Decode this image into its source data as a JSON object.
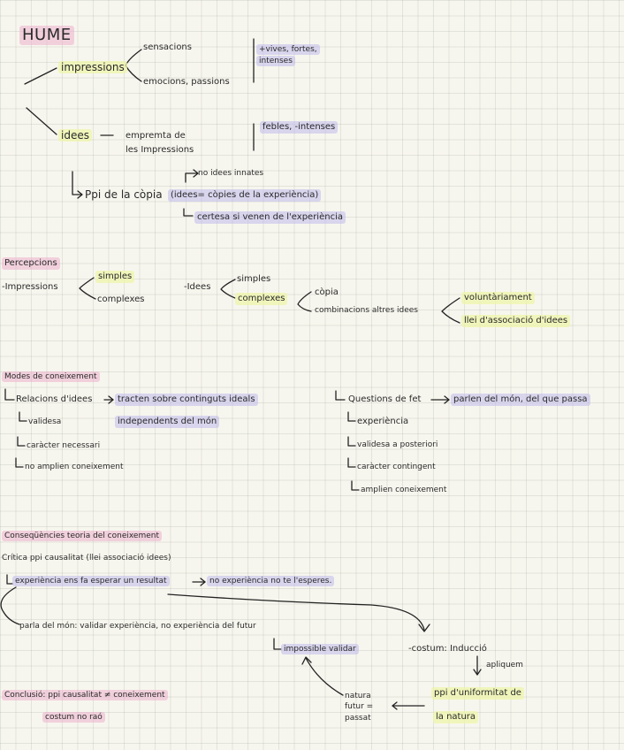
{
  "title": "HUME",
  "section1": {
    "impressions": "impressions",
    "sensacions": "sensacions",
    "emocions": "emocions, passions",
    "vives_1": "+vives, fortes,",
    "vives_2": "intenses",
    "idees": "idees",
    "empremta_1": "empremta de",
    "empremta_2": "les Impressions",
    "febles": "febles, -intenses",
    "no_innates": "no idees innates",
    "ppi_copia": "Ppi de la còpia",
    "copies": "(idees= còpies de la experiència)",
    "certesa": "certesa si venen de l'experiència"
  },
  "section2": {
    "heading": "Percepcions",
    "impressions": "-Impressions",
    "simples_1": "simples",
    "complexes_1": "complexes",
    "idees": "-Idees",
    "simples_2": "simples",
    "complexes_2": "complexes",
    "copia": "còpia",
    "combinacions": "combinacions altres idees",
    "voluntariament": "voluntàriament",
    "llei": "llei d'associació d'idees"
  },
  "section3": {
    "heading": "Modes de coneixement",
    "relacions": "Relacions d'idees",
    "tracten": "tracten sobre continguts ideals",
    "validesa": "validesa",
    "independents": "independents del món",
    "necessari": "caràcter necessari",
    "no_amplien": "no amplien coneixement",
    "questions": "Questions de fet",
    "parlen": "parlen del món, del que passa",
    "experiencia": "experiència",
    "validesa_post": "validesa a posteriori",
    "contingent": "caràcter contingent",
    "amplien": "amplien coneixement"
  },
  "section4": {
    "heading": "Conseqüències teoria del coneixement",
    "critica": "Crítica ppi causalitat (llei associació idees)",
    "experiencia_fa": "experiència ens fa esperar un resultat",
    "no_experiencia": "no experiència no te l'esperes.",
    "parla": "parla del món: validar experiència, no experiència del futur",
    "impossible": "impossible validar",
    "costum": "-costum: Inducció",
    "apliquem": "apliquem",
    "uniformitat_1": "ppi d'uniformitat de",
    "uniformitat_2": "la natura",
    "natura_1": "natura",
    "natura_2": "futur =",
    "natura_3": "passat",
    "conclusio": "Conclusió: ppi causalitat ≠ coneixement",
    "costum_no_rao": "costum no raó"
  }
}
